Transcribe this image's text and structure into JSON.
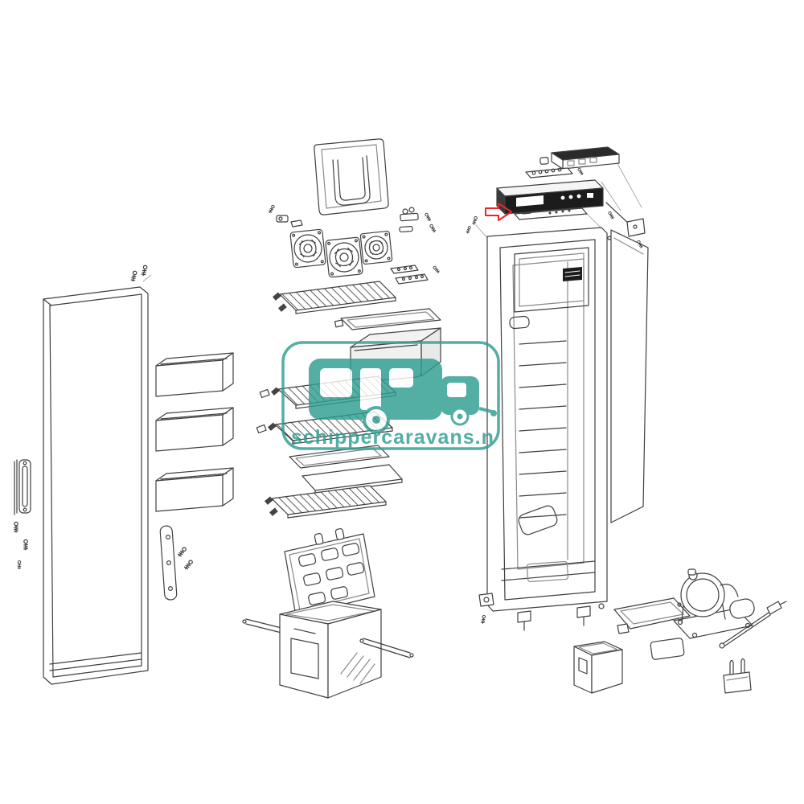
{
  "page": {
    "background": "#FFFFFF"
  },
  "watermark": {
    "text": "schippercaravans.n",
    "color": "#2E9D90",
    "logo": "caravan-icon",
    "opacity": 0.82
  },
  "annotation": {
    "shape": "arrow-right-icon",
    "color": "#E8262A",
    "points_to": "control-panel-trim"
  },
  "diagram": {
    "type": "exploded-parts-diagram",
    "subject": "refrigerator",
    "line_color": "#3F3F3F",
    "panel_black": "#1C1C1C",
    "parts": [
      "door-panel",
      "door-bin-top",
      "door-bin-middle",
      "door-bin-bottom",
      "door-handle",
      "door-trim-strip",
      "mounting-screws",
      "top-cover",
      "fan-unit-left",
      "fan-unit-center",
      "fan-unit-right",
      "hinge-hardware",
      "fixing-strips",
      "wire-shelf-1",
      "drip-shelf",
      "crisper-drawer",
      "wire-shelf-2",
      "wire-shelf-3",
      "shelf-frame",
      "glass-shelf",
      "wire-shelf-4",
      "freezer-mounting-plate",
      "slide-rail-left",
      "slide-rail-right",
      "freezer-box",
      "cabinet-body",
      "cabinet-side-panel",
      "top-bracket",
      "switch-strip",
      "control-panel",
      "control-panel-trim",
      "hinge-brackets",
      "leveling-feet",
      "condensate-tray",
      "cover-plate",
      "water-container",
      "compressor",
      "compressor-base",
      "thermostat-probe",
      "sensor-bracket"
    ]
  }
}
